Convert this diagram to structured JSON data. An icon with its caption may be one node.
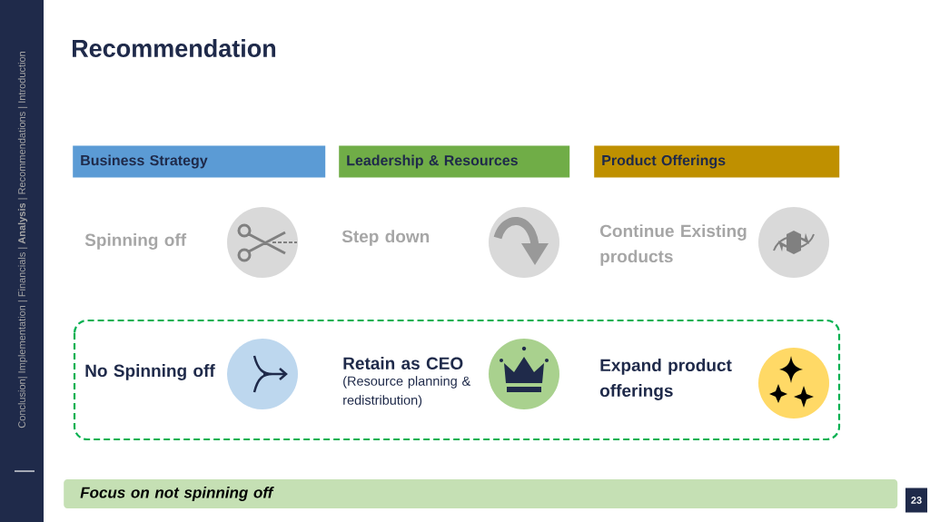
{
  "diagram": {
    "title": "Recommendation",
    "nodes": [
      {
        "text": [
          "Business Strategy"
        ]
      },
      {
        "text": [
          "Leadership & Resources"
        ]
      },
      {
        "text": [
          "Product Offerings"
        ]
      },
      {
        "text": [
          "Focus on not spinning off"
        ]
      },
      {
        "text": [
          "23"
        ]
      }
    ],
    "edges": [],
    "labels": [
      "Conclusion| Implementation | Financials | **Analysis** | Recommendations | Introduction",
      "Spinning off",
      "Step down",
      "Continue Existing products",
      "No Spinning off",
      "Retain as CEO",
      "(Resource planning & redistribution)",
      "Expand product offerings"
    ]
  }
}
